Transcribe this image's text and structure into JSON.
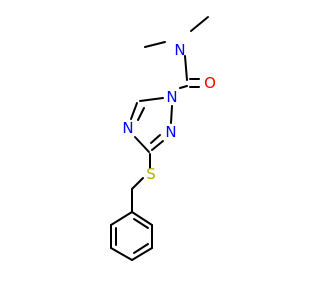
{
  "molecule": {
    "atoms": {
      "n_dimethyl": {
        "label": "N",
        "color": "#0000ff"
      },
      "o_carbonyl": {
        "label": "O",
        "color": "#ff0000"
      },
      "n1_ring": {
        "label": "N",
        "color": "#0000ff"
      },
      "n2_ring": {
        "label": "N",
        "color": "#0000ff"
      },
      "n4_ring": {
        "label": "N",
        "color": "#0000ff"
      },
      "s_thioether": {
        "label": "S",
        "color": "#b2b200"
      }
    },
    "colors": {
      "bond": "#000000",
      "nitrogen": "#0000ff",
      "oxygen": "#ff0000",
      "sulfur": "#b2b200",
      "background": "#ffffff"
    }
  }
}
